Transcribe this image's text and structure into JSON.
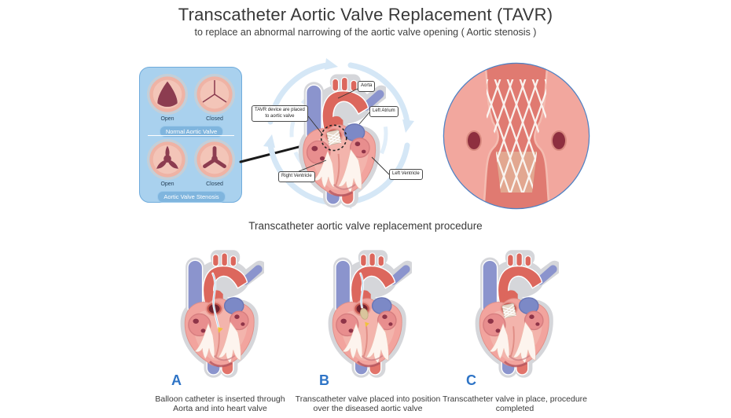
{
  "title": "Transcatheter Aortic Valve Replacement (TAVR)",
  "subtitle": "to replace an abnormal narrowing of the aortic valve opening ( Aortic stenosis )",
  "valve_panel": {
    "normal": {
      "label": "Normal Aortic Valve",
      "open": "Open",
      "closed": "Closed"
    },
    "stenosis": {
      "label": "Aortic Valve Stenosis",
      "open": "Open",
      "closed": "Closed"
    }
  },
  "heart_labels": {
    "aorta": "Aorta",
    "left_atrium": "Left Atrium",
    "tavr_line1": "TAVR device are placed",
    "tavr_line2": "to aortic valve",
    "right_ventricle": "Right Ventricle",
    "left_ventricle": "Left Ventricle"
  },
  "procedure": {
    "heading": "Transcatheter aortic valve replacement procedure",
    "steps": [
      {
        "letter": "A",
        "line1": "Balloon catheter is inserted through",
        "line2": "Aorta and into heart valve"
      },
      {
        "letter": "B",
        "line1": "Transcatheter valve placed into position",
        "line2": "over the diseased aortic valve"
      },
      {
        "letter": "C",
        "line1": "Transcatheter valve in place, procedure",
        "line2": "completed"
      }
    ]
  },
  "colors": {
    "step_letter_blue": "#2e74c6",
    "panel_blue": "#a9d1ee",
    "pill_blue": "#7fb5de",
    "detail_bg": "#c6e2f7",
    "detail_border": "#4f82c4",
    "artery_red": "#dc675d",
    "vein_purple": "#8b94cd",
    "heart_pink": "#f2a49e",
    "valve_maroon": "#8e3448"
  }
}
